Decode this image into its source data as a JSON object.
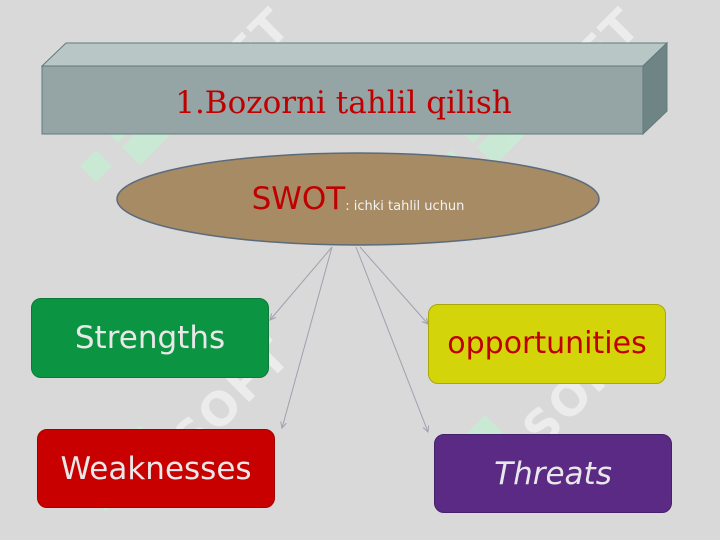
{
  "title": "1.Bozorni tahlil qilish",
  "swot": {
    "label": "SWOT",
    "subtitle": ": ichki tahlil uchun"
  },
  "boxes": {
    "strengths": "Strengths",
    "opportunities": "opportunities",
    "weaknesses": "Weaknesses",
    "threats": "Threats"
  },
  "watermark": {
    "text": "SOFT",
    "icon": "soft-logo-icon"
  },
  "colors": {
    "background": "#d9d9d9",
    "title_box": "#95a5a6",
    "title_text": "#c00000",
    "ellipse": "#a68b64",
    "strengths": "#0b9442",
    "opportunities": "#d4d40b",
    "weaknesses": "#c80000",
    "threats": "#5a2a85"
  }
}
